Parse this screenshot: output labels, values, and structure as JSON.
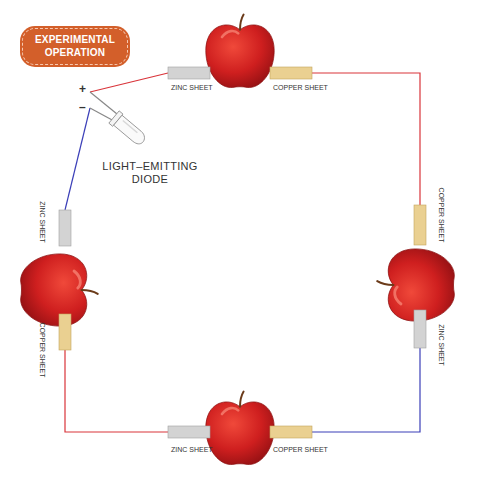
{
  "diagram": {
    "nodes": [
      {
        "text": [
          "EXPERIMENTAL OPERATION"
        ]
      }
    ],
    "edges": [],
    "labels": [
      "+",
      "–",
      "LIGHT–EMITTING DIODE",
      "ZINC SHEET",
      "COPPER SHEET",
      "COPPER SHEET",
      "ZINC SHEET",
      "ZINC SHEET",
      "COPPER SHEET",
      "ZINC SHEET",
      "COPPER SHEET"
    ]
  }
}
